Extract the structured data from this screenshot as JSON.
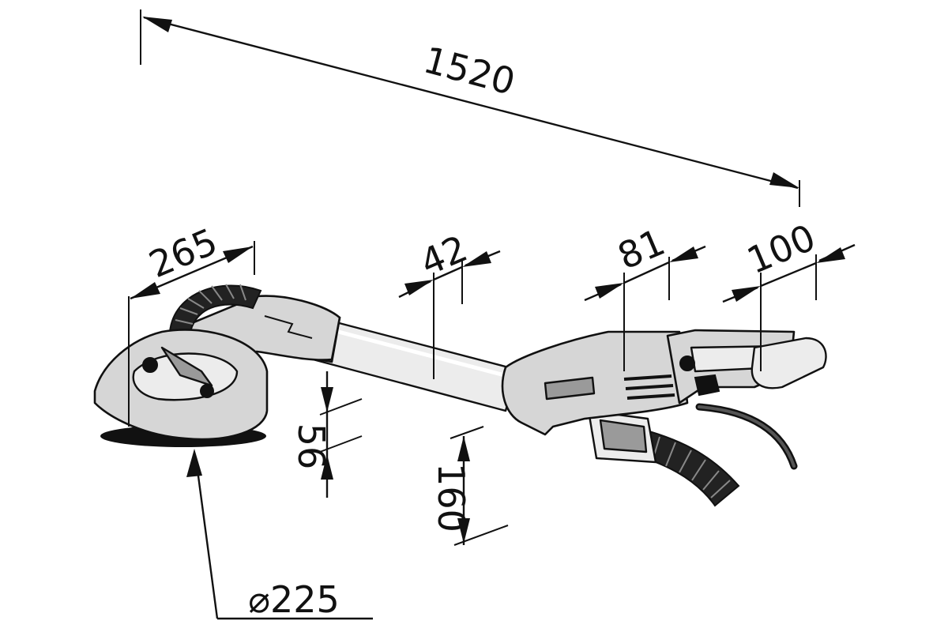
{
  "dimensions": {
    "overall_length": "1520",
    "head_width": "265",
    "tube_diameter": "42",
    "motor_width": "81",
    "handle_width": "100",
    "head_height": "56",
    "motor_height": "160",
    "disc_diameter": "⌀225"
  },
  "icons": {
    "product": "drywall-sander-illustration"
  }
}
